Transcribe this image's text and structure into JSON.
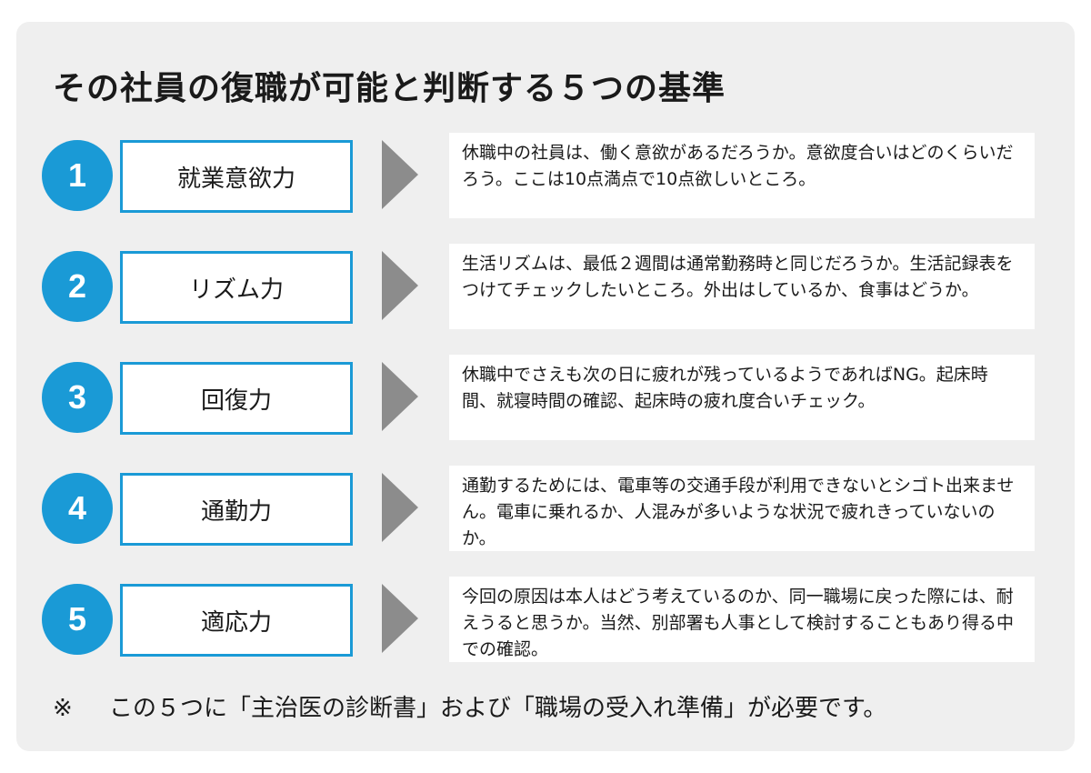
{
  "title": "その社員の復職が可能と判断する５つの基準",
  "criteria": [
    {
      "number": "1",
      "label": "就業意欲力",
      "description": "休職中の社員は、働く意欲があるだろうか。意欲度合いはどのくらいだろう。ここは10点満点で10点欲しいところ。"
    },
    {
      "number": "2",
      "label": "リズム力",
      "description": "生活リズムは、最低２週間は通常勤務時と同じだろうか。生活記録表をつけてチェックしたいところ。外出はしているか、食事はどうか。"
    },
    {
      "number": "3",
      "label": "回復力",
      "description": "休職中でさえも次の日に疲れが残っているようであればNG。起床時間、就寝時間の確認、起床時の疲れ度合いチェック。"
    },
    {
      "number": "4",
      "label": "通勤力",
      "description": "通勤するためには、電車等の交通手段が利用できないとシゴト出来ません。電車に乗れるか、人混みが多いような状況で疲れきっていないのか。"
    },
    {
      "number": "5",
      "label": "適応力",
      "description": "今回の原因は本人はどう考えているのか、同一職場に戻った際には、耐えうると思うか。当然、別部署も人事として検討することもあり得る中での確認。"
    }
  ],
  "footnote": {
    "mark": "※",
    "text": "この５つに「主治医の診断書」および「職場の受入れ準備」が必要です。"
  },
  "colors": {
    "accent": "#1a9ad6",
    "arrow": "#8c8c8c",
    "panel": "#efefef"
  }
}
